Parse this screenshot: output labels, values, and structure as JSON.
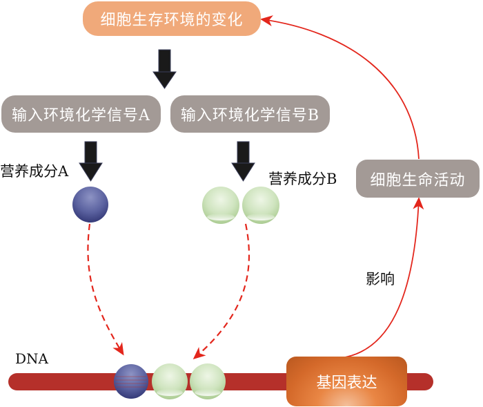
{
  "diagram": {
    "top_box": {
      "label": "细胞生存环境的变化",
      "color": "#F0A97A"
    },
    "signal_a": {
      "label": "输入环境化学信号A",
      "color": "#A39A96"
    },
    "signal_b": {
      "label": "输入环境化学信号B",
      "color": "#A39A96"
    },
    "nutrient_a": {
      "label": "营养成分A",
      "sphere_color": "#4E5599",
      "count": 1
    },
    "nutrient_b": {
      "label": "营养成分B",
      "sphere_color": "#CFE6C0",
      "count": 2
    },
    "life_activity": {
      "label": "细胞生命活动",
      "color": "#A39A96"
    },
    "influence_label": "影响",
    "dna": {
      "label": "DNA",
      "color": "#B5302A"
    },
    "gene_expression": {
      "label": "基因表达",
      "color": "#E07A3A"
    },
    "arrow_colors": {
      "main": "#1a1a1a",
      "feedback": "#E3261C",
      "binding": "#E3261C"
    },
    "flow": [
      "细胞生存环境的变化 → 输入环境化学信号A / 输入环境化学信号B",
      "输入环境化学信号A → 营养成分A",
      "输入环境化学信号B → 营养成分B",
      "营养成分A, 营养成分B → DNA (binding, dashed)",
      "基因表达 → 细胞生命活动 (影响)",
      "细胞生命活动 → 细胞生存环境的变化"
    ]
  }
}
